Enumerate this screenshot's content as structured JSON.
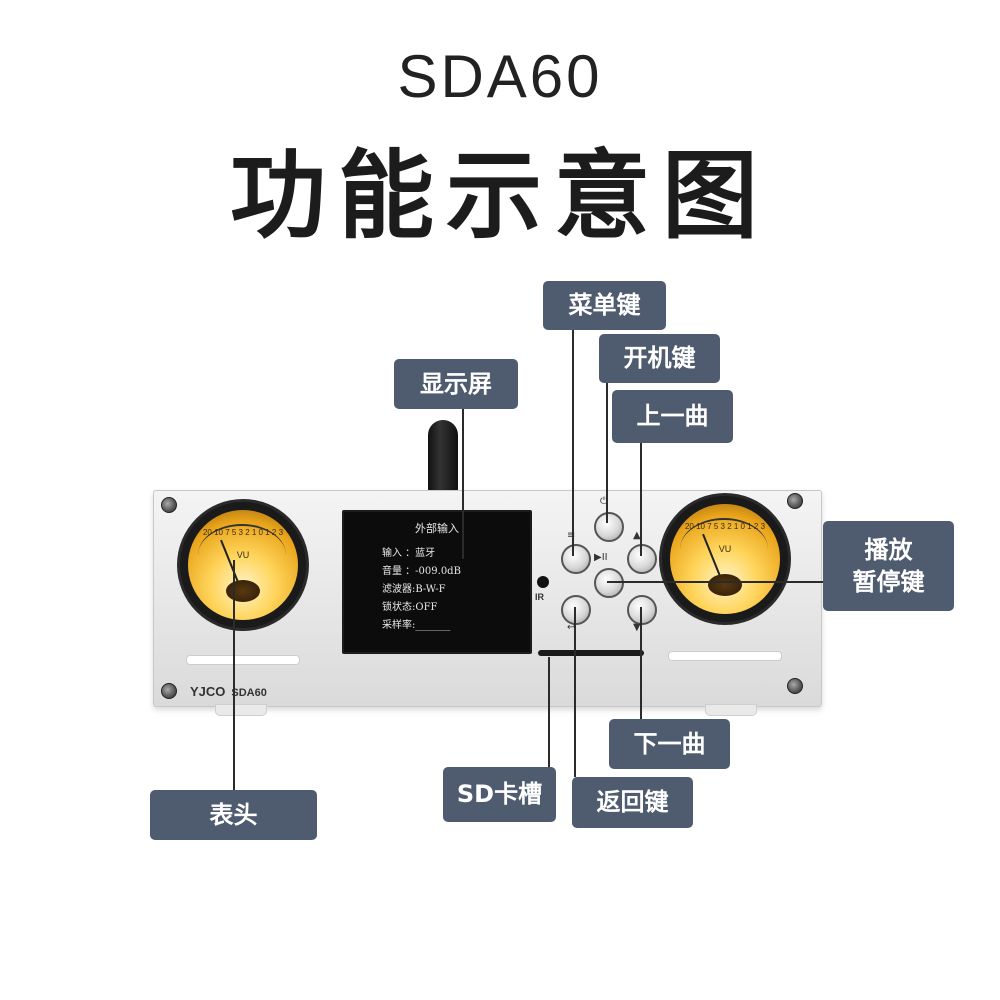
{
  "header": {
    "model": "SDA60",
    "title": "功能示意图"
  },
  "device": {
    "brand": "YJCO",
    "model_label": "SDA60",
    "ir_label": "IR",
    "vu_scale": "20 10 7 5 3 2 1 0 1 2 3",
    "vu_label": "VU"
  },
  "screen": {
    "header": "外部输入",
    "rows": [
      "输入 ：蓝牙",
      "音量 ：-009.0dB",
      "滤波器:B-W-F",
      "锁状态:OFF",
      "采样率:_______"
    ]
  },
  "button_symbols": {
    "menu": "≡",
    "power": "⏻",
    "prev": "▲",
    "play": "▶II",
    "back": "↩",
    "next": "▼"
  },
  "labels": {
    "menu_key": "菜单键",
    "power_key": "开机键",
    "prev_track": "上一曲",
    "display": "显示屏",
    "play_pause_line1": "播放",
    "play_pause_line2": "暂停键",
    "next_track": "下一曲",
    "meter": "表头",
    "sd_slot": "SD卡槽",
    "back_key": "返回键"
  },
  "colors": {
    "label_bg": "#4f5b6e",
    "label_text": "#ffffff",
    "vu_glow": "#ffd45a"
  }
}
